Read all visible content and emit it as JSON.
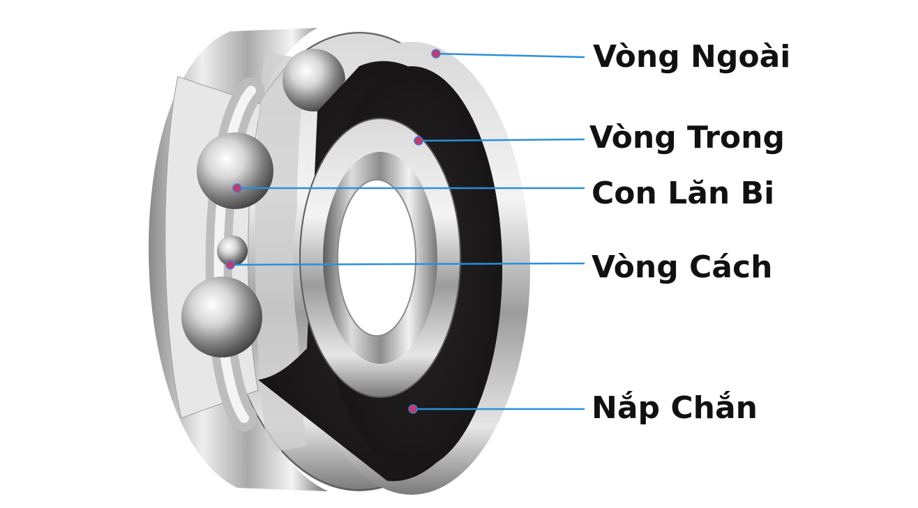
{
  "diagram": {
    "labels": [
      {
        "id": "outer-ring",
        "text": "Vòng Ngoài"
      },
      {
        "id": "inner-ring",
        "text": "Vòng Trong"
      },
      {
        "id": "ball",
        "text": "Con Lăn Bi"
      },
      {
        "id": "cage",
        "text": "Vòng Cách"
      },
      {
        "id": "shield",
        "text": "Nắp Chắn"
      }
    ],
    "colors": {
      "leader_line": "#2a8fd8",
      "marker_dot": "#c23a6e",
      "shield": "#1e1b1c",
      "steel_light": "#f1f1f1",
      "steel_dark": "#6b6b6b"
    }
  }
}
